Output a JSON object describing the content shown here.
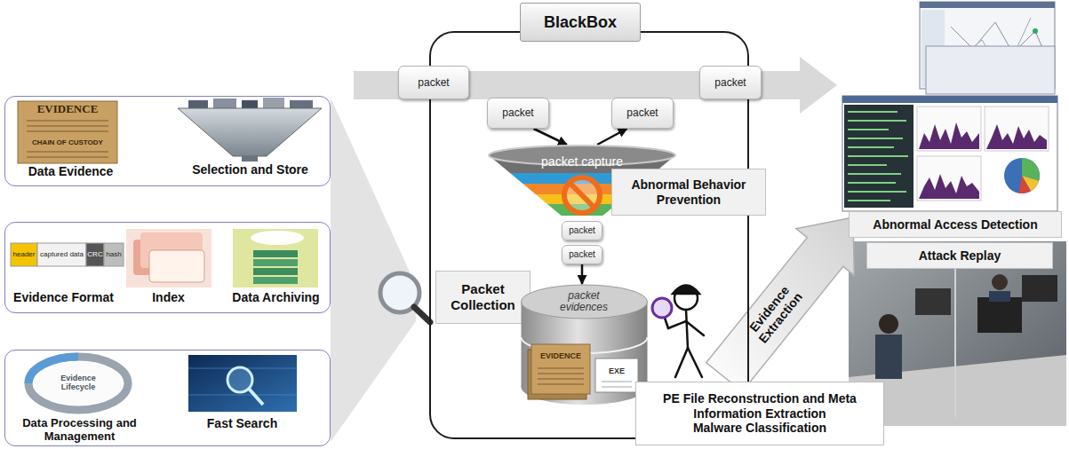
{
  "diagram": {
    "nodes": [
      {
        "text": [
          "Data Evidence",
          "Selection and Store"
        ]
      },
      {
        "text": [
          "Evidence Format",
          "Index",
          "Data Archiving"
        ]
      },
      {
        "text": [
          "Data Processing and Management",
          "Fast Search"
        ]
      },
      {
        "text": [
          "BlackBox"
        ]
      },
      {
        "text": [
          "packet"
        ]
      },
      {
        "text": [
          "packet"
        ]
      },
      {
        "text": [
          "packet"
        ],
        "in": 3
      },
      {
        "text": [
          "packet"
        ],
        "in": 3
      },
      {
        "text": [
          "packet capture"
        ],
        "in": 3
      },
      {
        "text": [
          "Abnormal Behavior Prevention"
        ],
        "in": 3
      },
      {
        "text": [
          "packet"
        ],
        "in": 3
      },
      {
        "text": [
          "packet"
        ],
        "in": 3
      },
      {
        "text": [
          "Packet Collection"
        ],
        "in": 3
      },
      {
        "text": [
          "packet evidences"
        ],
        "in": 3
      },
      {
        "text": [
          "Abnormal Access Detection"
        ]
      },
      {
        "text": [
          "Attack Replay"
        ]
      },
      {
        "text": [
          "PE File Reconstruction and Meta Information Extraction",
          "Malware Classification"
        ]
      }
    ],
    "edges": [
      {
        "from": 6,
        "to": 8,
        "arrow": "to"
      },
      {
        "from": 8,
        "to": 7,
        "arrow": "to"
      },
      {
        "from": 11,
        "to": 13,
        "arrow": "to"
      }
    ],
    "labels": [
      "Evidence Extraction",
      "EVIDENCE",
      "CHAIN OF CUSTODY",
      "header",
      "captured data",
      "CRC",
      "hash",
      "Evidence Lifecycle",
      "EVIDENCE",
      "EXE"
    ]
  }
}
